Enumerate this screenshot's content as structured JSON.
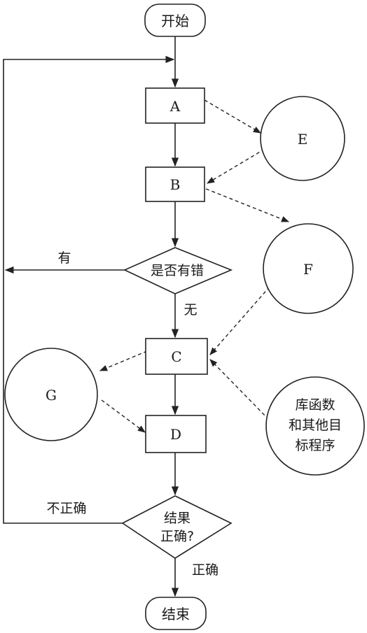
{
  "nodes": {
    "start": "开始",
    "a": "A",
    "b": "B",
    "error_check": "是否有错",
    "c": "C",
    "d": "D",
    "result_check_line1": "结果",
    "result_check_line2": "正确?",
    "end": "结束",
    "e": "E",
    "f": "F",
    "g": "G",
    "library_line1": "库函数",
    "library_line2": "和其他目",
    "library_line3": "标程序"
  },
  "edge_labels": {
    "has_error": "有",
    "no_error": "无",
    "incorrect": "不正确",
    "correct": "正确"
  }
}
